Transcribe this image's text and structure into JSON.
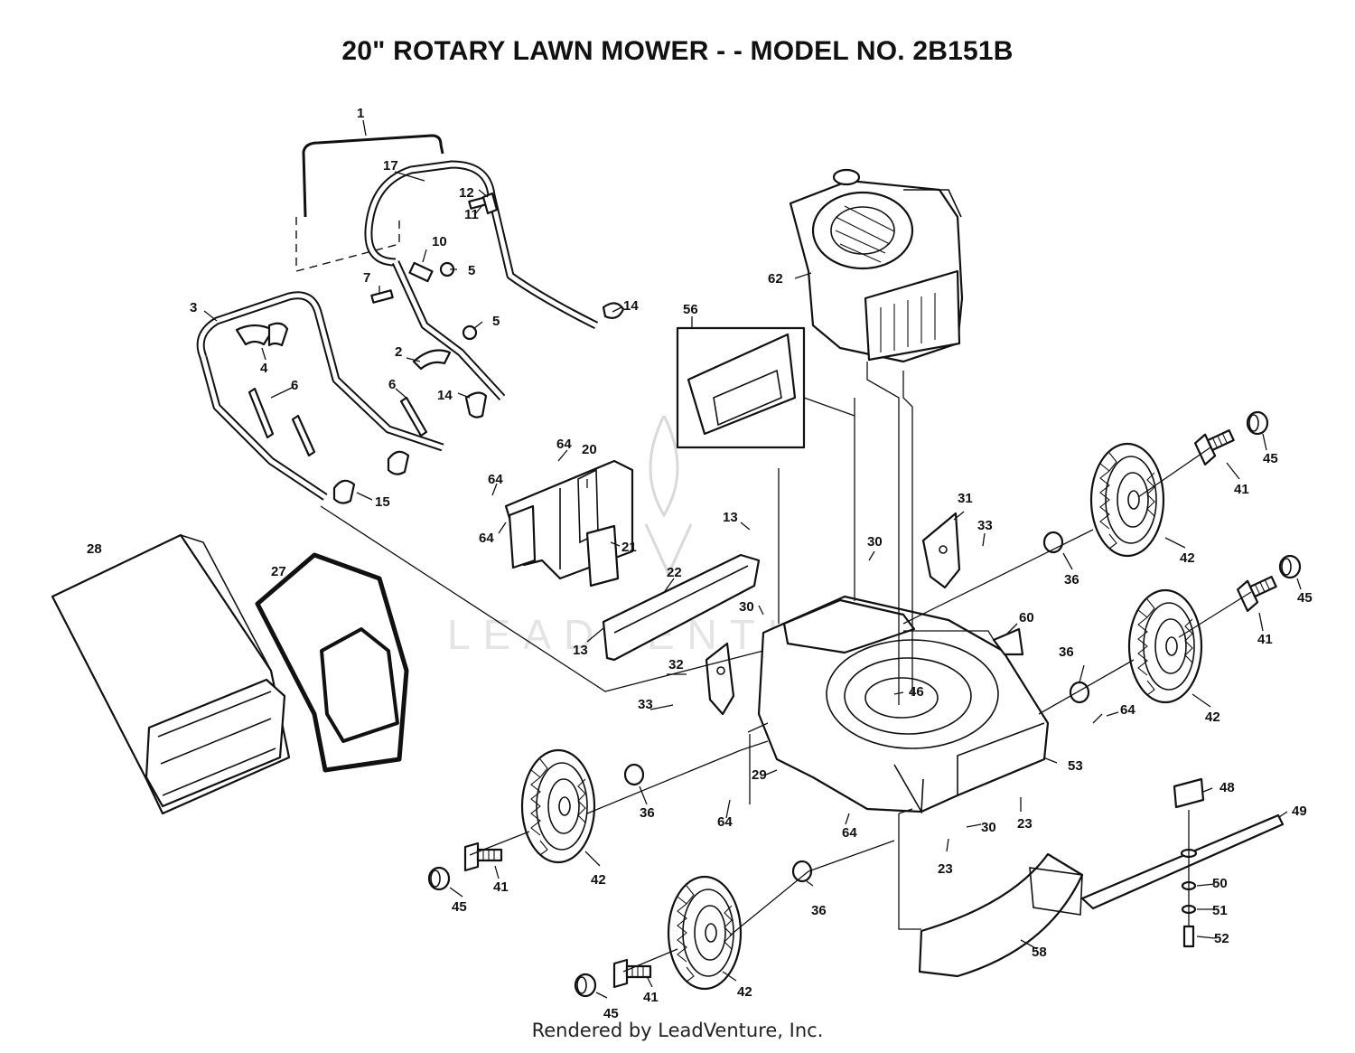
{
  "title": "20\" ROTARY LAWN MOWER - - MODEL NO. 2B151B",
  "footer": "Rendered by LeadVenture, Inc.",
  "watermark": "LEADVENTURE",
  "callouts": [
    {
      "id": "c1",
      "label": "1"
    },
    {
      "id": "c17",
      "label": "17"
    },
    {
      "id": "c12",
      "label": "12"
    },
    {
      "id": "c11",
      "label": "11"
    },
    {
      "id": "c10",
      "label": "10"
    },
    {
      "id": "c5a",
      "label": "5"
    },
    {
      "id": "c7",
      "label": "7"
    },
    {
      "id": "c5b",
      "label": "5"
    },
    {
      "id": "c14a",
      "label": "14"
    },
    {
      "id": "c3",
      "label": "3"
    },
    {
      "id": "c4",
      "label": "4"
    },
    {
      "id": "c2",
      "label": "2"
    },
    {
      "id": "c6a",
      "label": "6"
    },
    {
      "id": "c6b",
      "label": "6"
    },
    {
      "id": "c14b",
      "label": "14"
    },
    {
      "id": "c15",
      "label": "15"
    },
    {
      "id": "c62",
      "label": "62"
    },
    {
      "id": "c56",
      "label": "56"
    },
    {
      "id": "c64a",
      "label": "64"
    },
    {
      "id": "c20",
      "label": "20"
    },
    {
      "id": "c64b",
      "label": "64"
    },
    {
      "id": "c64c",
      "label": "64"
    },
    {
      "id": "c21",
      "label": "21"
    },
    {
      "id": "c13a",
      "label": "13"
    },
    {
      "id": "c22",
      "label": "22"
    },
    {
      "id": "c13b",
      "label": "13"
    },
    {
      "id": "c28",
      "label": "28"
    },
    {
      "id": "c27",
      "label": "27"
    },
    {
      "id": "c31",
      "label": "31"
    },
    {
      "id": "c33a",
      "label": "33"
    },
    {
      "id": "c30a",
      "label": "30"
    },
    {
      "id": "c30b",
      "label": "30"
    },
    {
      "id": "c60",
      "label": "60"
    },
    {
      "id": "c45a",
      "label": "45"
    },
    {
      "id": "c41a",
      "label": "41"
    },
    {
      "id": "c42a",
      "label": "42"
    },
    {
      "id": "c36a",
      "label": "36"
    },
    {
      "id": "c45b",
      "label": "45"
    },
    {
      "id": "c41b",
      "label": "41"
    },
    {
      "id": "c36b",
      "label": "36"
    },
    {
      "id": "c42b",
      "label": "42"
    },
    {
      "id": "c32",
      "label": "32"
    },
    {
      "id": "c46",
      "label": "46"
    },
    {
      "id": "c33b",
      "label": "33"
    },
    {
      "id": "c64d",
      "label": "64"
    },
    {
      "id": "c53",
      "label": "53"
    },
    {
      "id": "c29",
      "label": "29"
    },
    {
      "id": "c36c",
      "label": "36"
    },
    {
      "id": "c64e",
      "label": "64"
    },
    {
      "id": "c64f",
      "label": "64"
    },
    {
      "id": "c30c",
      "label": "30"
    },
    {
      "id": "c23a",
      "label": "23"
    },
    {
      "id": "c23b",
      "label": "23"
    },
    {
      "id": "c48",
      "label": "48"
    },
    {
      "id": "c49",
      "label": "49"
    },
    {
      "id": "c41c",
      "label": "41"
    },
    {
      "id": "c42c",
      "label": "42"
    },
    {
      "id": "c45c",
      "label": "45"
    },
    {
      "id": "c36d",
      "label": "36"
    },
    {
      "id": "c50",
      "label": "50"
    },
    {
      "id": "c51",
      "label": "51"
    },
    {
      "id": "c52",
      "label": "52"
    },
    {
      "id": "c58",
      "label": "58"
    },
    {
      "id": "c42d",
      "label": "42"
    },
    {
      "id": "c41d",
      "label": "41"
    },
    {
      "id": "c45d",
      "label": "45"
    }
  ]
}
